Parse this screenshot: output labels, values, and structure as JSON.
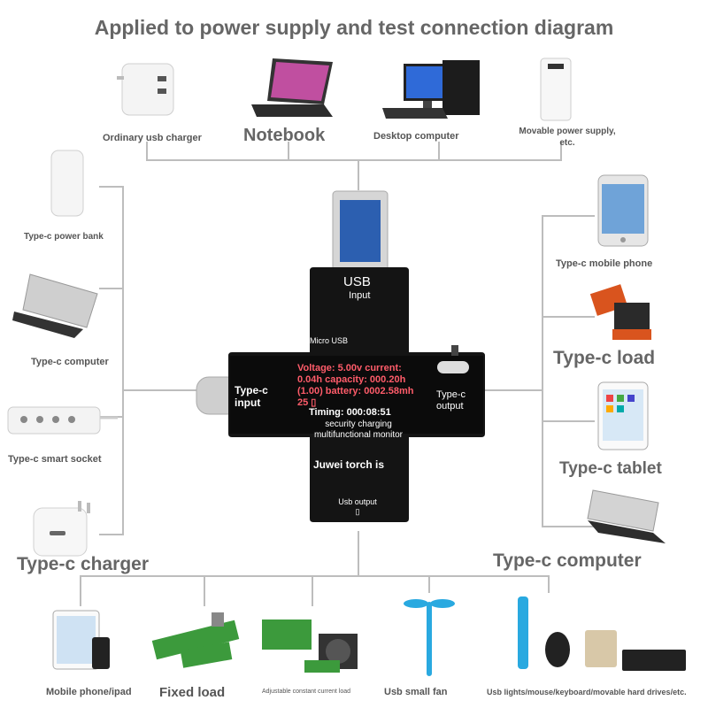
{
  "title": "Applied to power supply and test connection diagram",
  "top_devices": {
    "charger": "Ordinary usb charger",
    "notebook": "Notebook",
    "desktop": "Desktop computer",
    "movable": "Movable power supply, etc."
  },
  "left_devices": {
    "power_bank": "Type-c power bank",
    "computer": "Type-c computer",
    "socket": "Type-c smart socket",
    "charger": "Type-c charger"
  },
  "right_devices": {
    "phone": "Type-c mobile phone",
    "load": "Type-c load",
    "tablet": "Type-c tablet",
    "computer": "Type-c computer"
  },
  "bottom_devices": {
    "phone_ipad": "Mobile phone/ipad",
    "fixed_load": "Fixed load",
    "adjustable_load": "Adjustable constant current load",
    "small_fan": "Usb small fan",
    "lights": "Usb lights/mouse/keyboard/movable hard drives/etc."
  },
  "meter": {
    "usb_input": "USB",
    "usb_input_sub": "Input",
    "micro_usb": "Micro USB",
    "typec_input": "Type-c input",
    "typec_output": "Type-c output",
    "screen_red": "Voltage: 5.00v current: 0.04h capacity: 000.20h (1.00) battery: 0002.58mh 25 ▯",
    "timing": "Timing: 000:08:51",
    "screen_white": "security charging multifunctional monitor",
    "brand": "Juwei torch is",
    "usb_output": "Usb output ▯"
  },
  "colors": {
    "meter_body": "#111111",
    "screen_red": "#ff5c6a",
    "connector_line": "#bdbdbd",
    "fan_blue": "#29a9e0"
  }
}
